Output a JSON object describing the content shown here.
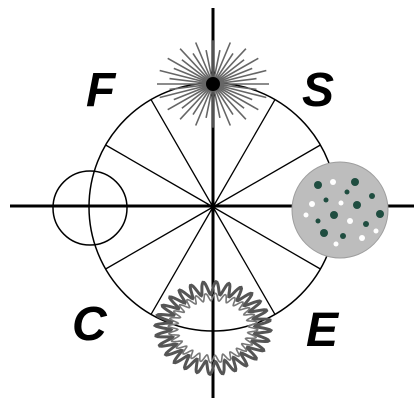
{
  "labels": {
    "top_left": "F",
    "top_right": "S",
    "bottom_left": "C",
    "bottom_right": "E"
  },
  "icons": {
    "top": "starburst-icon",
    "right": "dotted-disc-icon",
    "bottom": "wavy-ring-icon",
    "left": "small-circle-icon"
  },
  "colors": {
    "line": "#000000",
    "starburst": "#666666",
    "disc_fill": "#bdbdbd",
    "disc_dots": "#1f4d40",
    "wavy_ring": "#555555",
    "background": "#ffffff"
  }
}
